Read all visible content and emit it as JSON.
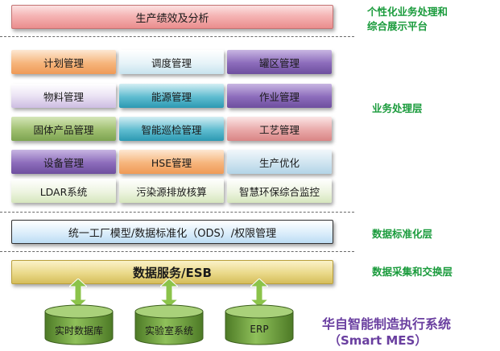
{
  "top": {
    "label": "生产绩效及分析"
  },
  "modules": [
    {
      "label": "计划管理",
      "color": "orange"
    },
    {
      "label": "调度管理",
      "color": "ltblue"
    },
    {
      "label": "罐区管理",
      "color": "purple"
    },
    {
      "label": "物料管理",
      "color": "lav"
    },
    {
      "label": "能源管理",
      "color": "teal"
    },
    {
      "label": "作业管理",
      "color": "purple"
    },
    {
      "label": "固体产品管理",
      "color": "green"
    },
    {
      "label": "智能巡检管理",
      "color": "teal"
    },
    {
      "label": "工艺管理",
      "color": "red"
    },
    {
      "label": "设备管理",
      "color": "purple"
    },
    {
      "label": "HSE管理",
      "color": "orange"
    },
    {
      "label": "生产优化",
      "color": "bluelt"
    },
    {
      "label": "LDAR系统",
      "color": "ltgreen"
    },
    {
      "label": "污染源排放核算",
      "color": "ltgreen"
    },
    {
      "label": "智慧环保综合监控",
      "color": "ltgreen"
    }
  ],
  "ods": {
    "label": "统一工厂模型/数据标准化（ODS）/权限管理"
  },
  "esb": {
    "label": "数据服务/ESB"
  },
  "databases": [
    {
      "label": "实时数据库"
    },
    {
      "label": "实验室系统"
    },
    {
      "label": "ERP"
    }
  ],
  "layers": {
    "personal_line1": "个性化业务处理和",
    "personal_line2": "综合展示平台",
    "business": "业务处理层",
    "standard": "数据标准化层",
    "exchange": "数据采集和交换层"
  },
  "brand": {
    "line1": "华自智能制造执行系统",
    "line2": "（Smart MES）"
  },
  "colors": {
    "layer_label": "#1a9b3c",
    "brand": "#6a3fa0",
    "cylinder": "#6f9e3e",
    "arrow": "#8bc34a"
  }
}
